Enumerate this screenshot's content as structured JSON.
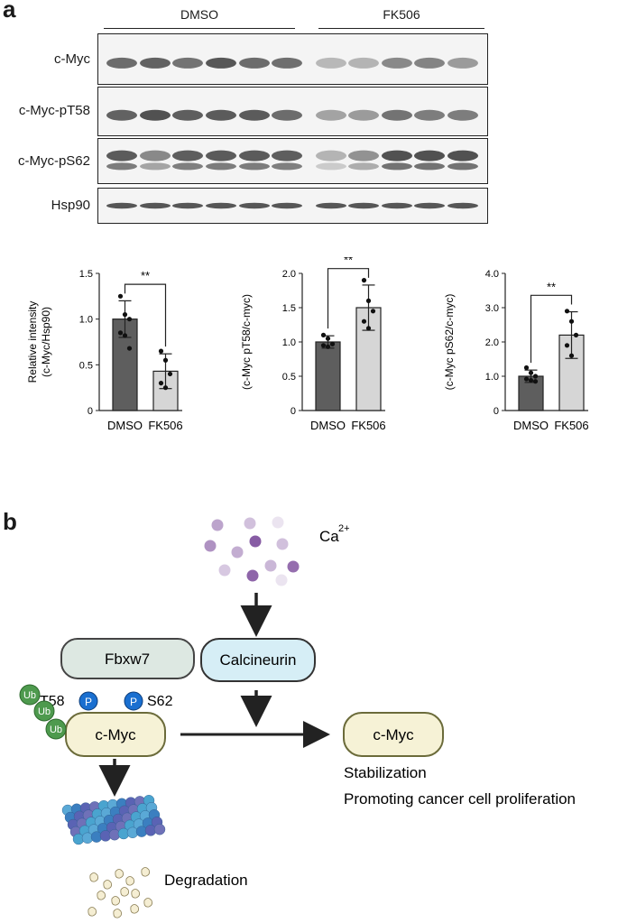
{
  "panel_a": {
    "letter": "a",
    "groups": [
      "DMSO",
      "FK506"
    ],
    "blots": [
      {
        "label": "c-Myc",
        "intensities": [
          0.72,
          0.78,
          0.68,
          0.84,
          0.72,
          0.7,
          0.28,
          0.3,
          0.55,
          0.58,
          0.45
        ]
      },
      {
        "label": "c-Myc-pT58",
        "intensities": [
          0.78,
          0.88,
          0.8,
          0.82,
          0.82,
          0.72,
          0.4,
          0.45,
          0.68,
          0.62,
          0.62
        ]
      },
      {
        "label": "c-Myc-pS62",
        "intensities": [
          0.82,
          0.55,
          0.8,
          0.82,
          0.82,
          0.8,
          0.3,
          0.5,
          0.88,
          0.88,
          0.88
        ]
      },
      {
        "label": "Hsp90",
        "intensities": [
          0.85,
          0.85,
          0.85,
          0.85,
          0.85,
          0.85,
          0.85,
          0.85,
          0.85,
          0.85,
          0.85
        ]
      }
    ]
  },
  "chart_data": [
    {
      "type": "bar",
      "categories": [
        "DMSO",
        "FK506"
      ],
      "values": [
        1.0,
        0.43
      ],
      "errors": [
        0.2,
        0.19
      ],
      "points": [
        [
          1.25,
          1.05,
          1.0,
          0.85,
          0.82,
          0.68
        ],
        [
          0.65,
          0.55,
          0.4,
          0.3,
          0.25
        ]
      ],
      "ylabel": "Relative intensity",
      "ylabel2": "(c-Myc/Hsp90)",
      "ylim": [
        0,
        1.5
      ],
      "yticks": [
        "0",
        "0.5",
        "1.0",
        "1.5"
      ],
      "significance": "**"
    },
    {
      "type": "bar",
      "categories": [
        "DMSO",
        "FK506"
      ],
      "values": [
        1.0,
        1.5
      ],
      "errors": [
        0.09,
        0.33
      ],
      "points": [
        [
          1.1,
          1.05,
          0.97,
          0.95,
          0.93
        ],
        [
          1.9,
          1.6,
          1.45,
          1.3,
          1.2
        ]
      ],
      "ylabel": "(c-Myc pT58/c-myc)",
      "ylim": [
        0,
        2.0
      ],
      "yticks": [
        "0",
        "0.5",
        "1.0",
        "1.5",
        "2.0"
      ],
      "significance": "**"
    },
    {
      "type": "bar",
      "categories": [
        "DMSO",
        "FK506"
      ],
      "values": [
        1.0,
        2.2
      ],
      "errors": [
        0.18,
        0.68
      ],
      "points": [
        [
          1.25,
          1.1,
          1.0,
          0.92,
          0.88,
          0.85
        ],
        [
          2.9,
          2.6,
          2.2,
          1.9,
          1.6
        ]
      ],
      "ylabel": "(c-Myc pS62/c-myc)",
      "ylim": [
        0,
        4.0
      ],
      "yticks": [
        "0",
        "1.0",
        "2.0",
        "3.0",
        "4.0"
      ],
      "significance": "**"
    }
  ],
  "panel_b": {
    "letter": "b",
    "calcium_label": "Ca",
    "calcium_superscript": "2+",
    "fbxw7": "Fbxw7",
    "calcineurin": "Calcineurin",
    "cmyc_left": "c-Myc",
    "cmyc_right": "c-Myc",
    "t58": "T58",
    "s62": "S62",
    "p_label": "P",
    "ub_label": "Ub",
    "stabilization": "Stabilization",
    "promoting": "Promoting cancer cell proliferation",
    "degradation": "Degradation",
    "colors": {
      "fbxw7_fill": "#dde8e2",
      "calcineurin_fill": "#d6eef6",
      "cmyc_fill": "#f6f2d6",
      "phospho": "#1a6fd0",
      "ubiquitin": "#4e9a4e",
      "calcium": "#7a4a9a"
    }
  }
}
